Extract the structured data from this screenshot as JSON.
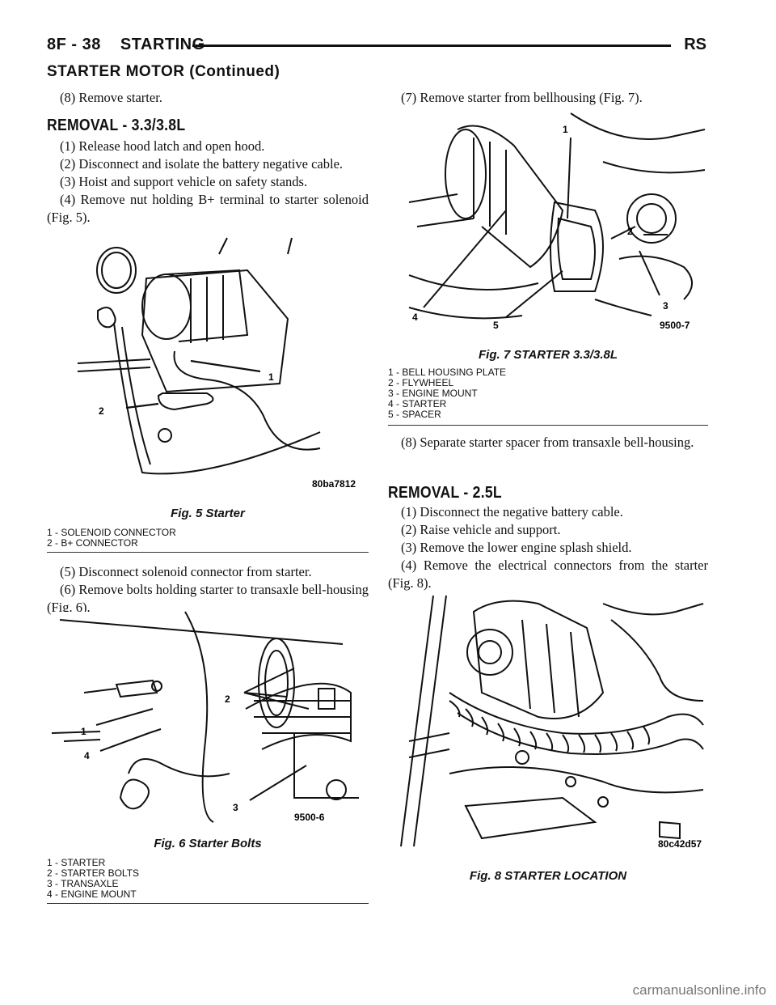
{
  "header": {
    "section_code": "8F - 38",
    "section_name": "STARTING",
    "model": "RS",
    "subtitle": "STARTER MOTOR (Continued)"
  },
  "left_column": {
    "step_8_remove": "(8) Remove starter.",
    "removal_33_title": "REMOVAL - 3.3/3.8L",
    "removal_33_steps": [
      "(1) Release hood latch and open hood.",
      "(2) Disconnect and isolate the battery negative cable.",
      "(3) Hoist and support vehicle on safety stands.",
      "(4) Remove nut holding B+ terminal to starter solenoid (Fig. 5)."
    ],
    "steps_5_6": [
      "(5) Disconnect solenoid connector from starter.",
      "(6) Remove bolts holding starter to transaxle bell-housing (Fig. 6)."
    ]
  },
  "fig5": {
    "caption": "Fig. 5 Starter",
    "code": "80ba7812",
    "callouts": [
      "1",
      "2"
    ],
    "legend": [
      "1 - SOLENOID CONNECTOR",
      "2 - B+ CONNECTOR"
    ]
  },
  "fig6": {
    "caption": "Fig. 6 Starter Bolts",
    "code": "9500-6",
    "callouts": [
      "1",
      "2",
      "3",
      "4"
    ],
    "legend": [
      "1 - STARTER",
      "2 - STARTER BOLTS",
      "3 - TRANSAXLE",
      "4 - ENGINE MOUNT"
    ]
  },
  "right_column": {
    "step_7": "(7) Remove starter from bellhousing (Fig. 7).",
    "step_8_separate": "(8) Separate starter spacer from transaxle bell-housing.",
    "removal_25_title": "REMOVAL - 2.5L",
    "removal_25_steps": [
      "(1) Disconnect the negative battery cable.",
      "(2) Raise vehicle and support.",
      "(3) Remove the lower engine splash shield.",
      "(4) Remove the electrical connectors from the starter (Fig. 8)."
    ]
  },
  "fig7": {
    "caption": "Fig. 7 STARTER 3.3/3.8L",
    "code": "9500-7",
    "callouts": [
      "1",
      "2",
      "3",
      "4",
      "5"
    ],
    "legend": [
      "1 - BELL HOUSING PLATE",
      "2 - FLYWHEEL",
      "3 - ENGINE MOUNT",
      "4 - STARTER",
      "5 - SPACER"
    ]
  },
  "fig8": {
    "caption": "Fig. 8 STARTER LOCATION",
    "code": "80c42d57"
  },
  "watermark": "carmanualsonline.info"
}
